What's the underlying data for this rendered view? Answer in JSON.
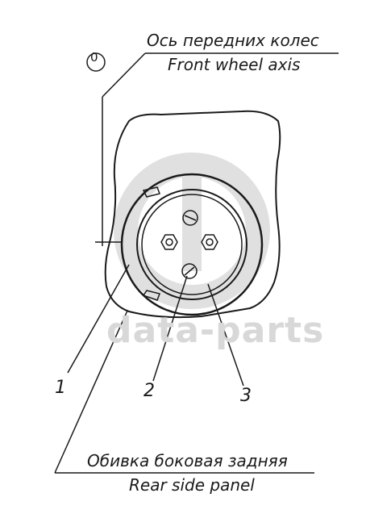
{
  "labels": {
    "top_ru": "Ось передних колес",
    "top_en": "Front wheel axis",
    "bottom_ru": "Обивка боковая задняя",
    "bottom_en": "Rear side panel",
    "axis_marker": "0",
    "callout_1": "1",
    "callout_2": "2",
    "callout_3": "3"
  },
  "watermark": {
    "text": "data-parts"
  },
  "colors": {
    "line": "#1a1a1a",
    "watermark": "#d8d8d8"
  }
}
